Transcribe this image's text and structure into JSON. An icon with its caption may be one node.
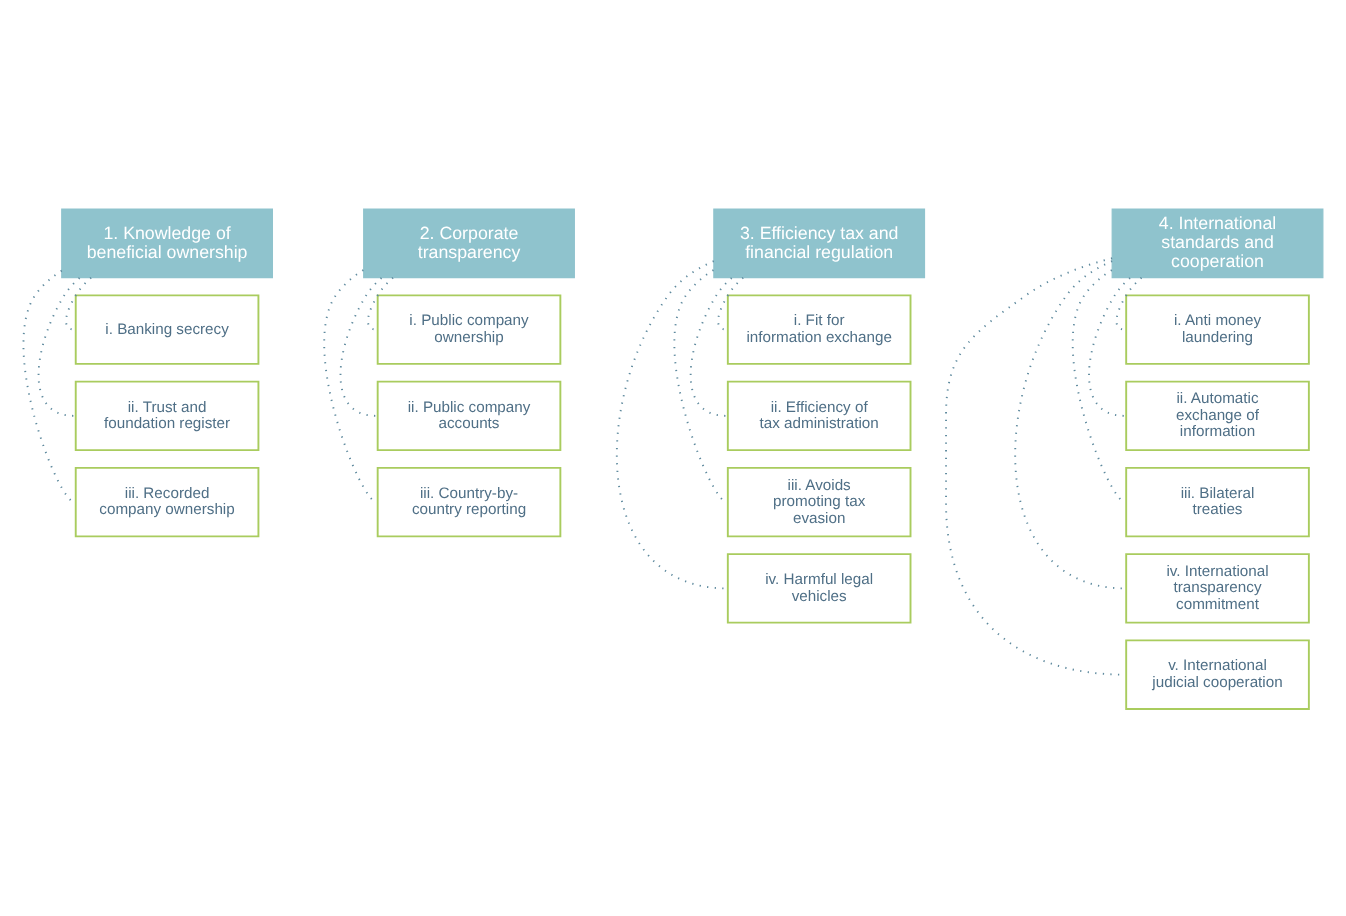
{
  "diagram": {
    "nodes": [
      {
        "text": [
          "1. Knowledge of beneficial ownership"
        ]
      },
      {
        "text": [
          "i. Banking secrecy"
        ]
      },
      {
        "text": [
          "ii. Trust and foundation register"
        ]
      },
      {
        "text": [
          "iii. Recorded company ownership"
        ]
      },
      {
        "text": [
          "2. Corporate transparency"
        ]
      },
      {
        "text": [
          "i. Public company ownership"
        ]
      },
      {
        "text": [
          "ii. Public company accounts"
        ]
      },
      {
        "text": [
          "iii. Country-by-country reporting"
        ]
      },
      {
        "text": [
          "3. Efficiency tax and financial regulation"
        ]
      },
      {
        "text": [
          "i. Fit for information exchange"
        ]
      },
      {
        "text": [
          "ii. Efficiency of tax administration"
        ]
      },
      {
        "text": [
          "iii. Avoids promoting tax evasion"
        ]
      },
      {
        "text": [
          "iv. Harmful legal vehicles"
        ]
      },
      {
        "text": [
          "4. International standards and cooperation"
        ]
      },
      {
        "text": [
          "i. Anti money laundering"
        ]
      },
      {
        "text": [
          "ii. Automatic exchange of information"
        ]
      },
      {
        "text": [
          "iii. Bilateral treaties"
        ]
      },
      {
        "text": [
          "iv. International transparency commitment"
        ]
      },
      {
        "text": [
          "v. International judicial cooperation"
        ]
      }
    ],
    "edges": [
      {
        "from": 0,
        "to": 1,
        "arrow": "none"
      },
      {
        "from": 0,
        "to": 2,
        "arrow": "none"
      },
      {
        "from": 0,
        "to": 3,
        "arrow": "none"
      },
      {
        "from": 4,
        "to": 5,
        "arrow": "none"
      },
      {
        "from": 4,
        "to": 6,
        "arrow": "none"
      },
      {
        "from": 4,
        "to": 7,
        "arrow": "none"
      },
      {
        "from": 8,
        "to": 9,
        "arrow": "none"
      },
      {
        "from": 8,
        "to": 10,
        "arrow": "none"
      },
      {
        "from": 8,
        "to": 11,
        "arrow": "none"
      },
      {
        "from": 8,
        "to": 12,
        "arrow": "none"
      },
      {
        "from": 13,
        "to": 14,
        "arrow": "none"
      },
      {
        "from": 13,
        "to": 15,
        "arrow": "none"
      },
      {
        "from": 13,
        "to": 16,
        "arrow": "none"
      },
      {
        "from": 13,
        "to": 17,
        "arrow": "none"
      },
      {
        "from": 13,
        "to": 18,
        "arrow": "none"
      }
    ]
  }
}
